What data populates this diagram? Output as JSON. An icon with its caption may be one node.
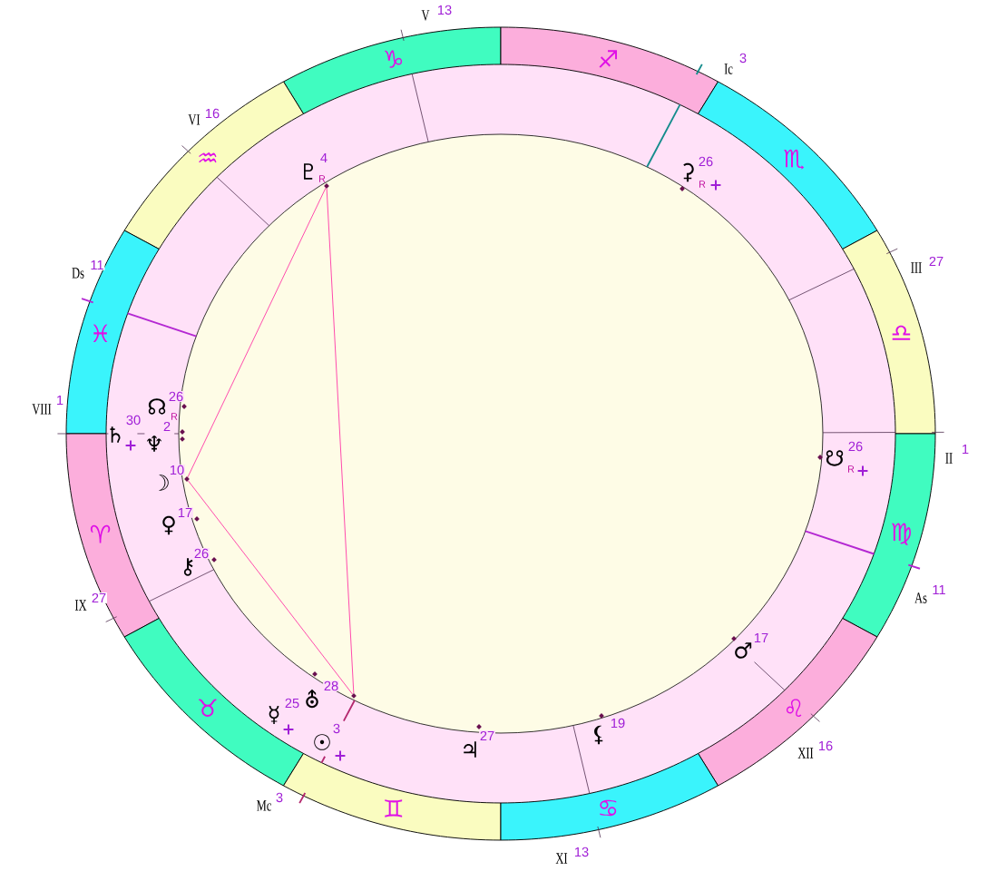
{
  "diagram": {
    "nodes": [
      {
        "text": [
          "♑"
        ]
      },
      {
        "text": [
          "♐"
        ]
      },
      {
        "text": [
          "♒"
        ]
      },
      {
        "text": [
          "♏"
        ]
      },
      {
        "text": [
          "♓"
        ]
      },
      {
        "text": [
          "♎"
        ]
      },
      {
        "text": [
          "♈"
        ]
      },
      {
        "text": [
          "♍"
        ]
      },
      {
        "text": [
          "♉"
        ]
      },
      {
        "text": [
          "♌"
        ]
      },
      {
        "text": [
          "♊"
        ]
      },
      {
        "text": [
          "♋"
        ]
      },
      {
        "text": [
          "♇"
        ],
        "beside": [
          "4",
          "R"
        ]
      },
      {
        "text": [
          "⚳"
        ],
        "beside": [
          "26",
          "R",
          "+"
        ]
      },
      {
        "text": [
          "☊"
        ],
        "beside": [
          "26",
          "R"
        ]
      },
      {
        "text": [
          "♄"
        ],
        "beside": [
          "30",
          "+"
        ]
      },
      {
        "text": [
          "♆"
        ],
        "beside": [
          "2"
        ]
      },
      {
        "text": [
          "☋"
        ],
        "beside": [
          "26",
          "R",
          "+"
        ]
      },
      {
        "text": [
          "☽"
        ],
        "beside": [
          "10"
        ]
      },
      {
        "text": [
          "♀"
        ],
        "beside": [
          "17"
        ]
      },
      {
        "text": [
          "⚷"
        ],
        "beside": [
          "26"
        ]
      },
      {
        "text": [
          "♂"
        ],
        "beside": [
          "17"
        ]
      },
      {
        "text": [
          "⛢"
        ],
        "beside": [
          "28"
        ]
      },
      {
        "text": [
          "☿"
        ],
        "beside": [
          "25",
          "+"
        ]
      },
      {
        "text": [
          "⚸"
        ],
        "beside": [
          "19"
        ]
      },
      {
        "text": [
          "☉"
        ],
        "beside": [
          "3",
          "+"
        ]
      },
      {
        "text": [
          "♃"
        ],
        "beside": [
          "27"
        ]
      },
      {
        "text": [],
        "shape": "dot"
      },
      {
        "text": [],
        "shape": "dot"
      },
      {
        "text": [],
        "shape": "dot"
      }
    ],
    "edges": [
      {
        "from": 27,
        "to": 29,
        "arrow": "none"
      },
      {
        "from": 27,
        "to": 28,
        "arrow": "none"
      },
      {
        "from": 28,
        "to": 29,
        "arrow": "none"
      }
    ],
    "labels": [
      "V",
      "13",
      "Ic",
      "3",
      "VI",
      "16",
      "III",
      "27",
      "Ds",
      "11",
      "VIII",
      "1",
      "II",
      "1",
      "As",
      "11",
      "IX",
      "27",
      "XII",
      "16",
      "Mc",
      "3",
      "XI",
      "13"
    ]
  }
}
